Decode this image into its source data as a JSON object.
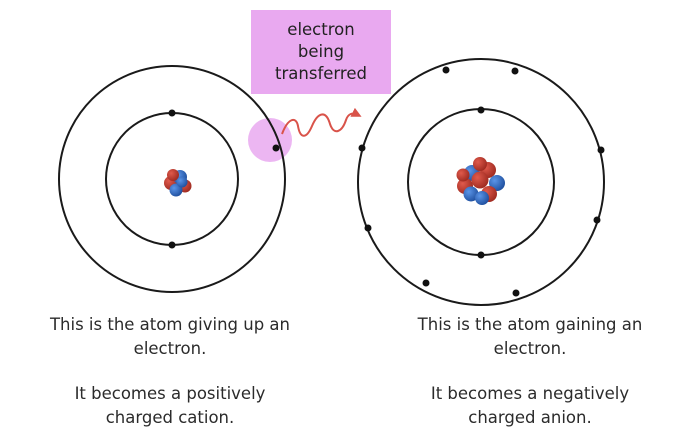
{
  "transfer_label": {
    "line1": "electron",
    "line2": "being",
    "line3": "transferred"
  },
  "left_atom": {
    "caption_line1": "This is the atom giving up an",
    "caption_line2": "electron.",
    "caption_line3": "It becomes a positively",
    "caption_line4": "charged cation."
  },
  "right_atom": {
    "caption_line1": "This is the atom gaining an",
    "caption_line2": "electron.",
    "caption_line3": "It becomes a negatively",
    "caption_line4": "charged anion."
  },
  "colors": {
    "highlight": "#e9a9f0",
    "arrow": "#d9534a",
    "proton": "#c0392b",
    "neutron": "#2f6fc9",
    "orbit": "#1a1a1a"
  }
}
